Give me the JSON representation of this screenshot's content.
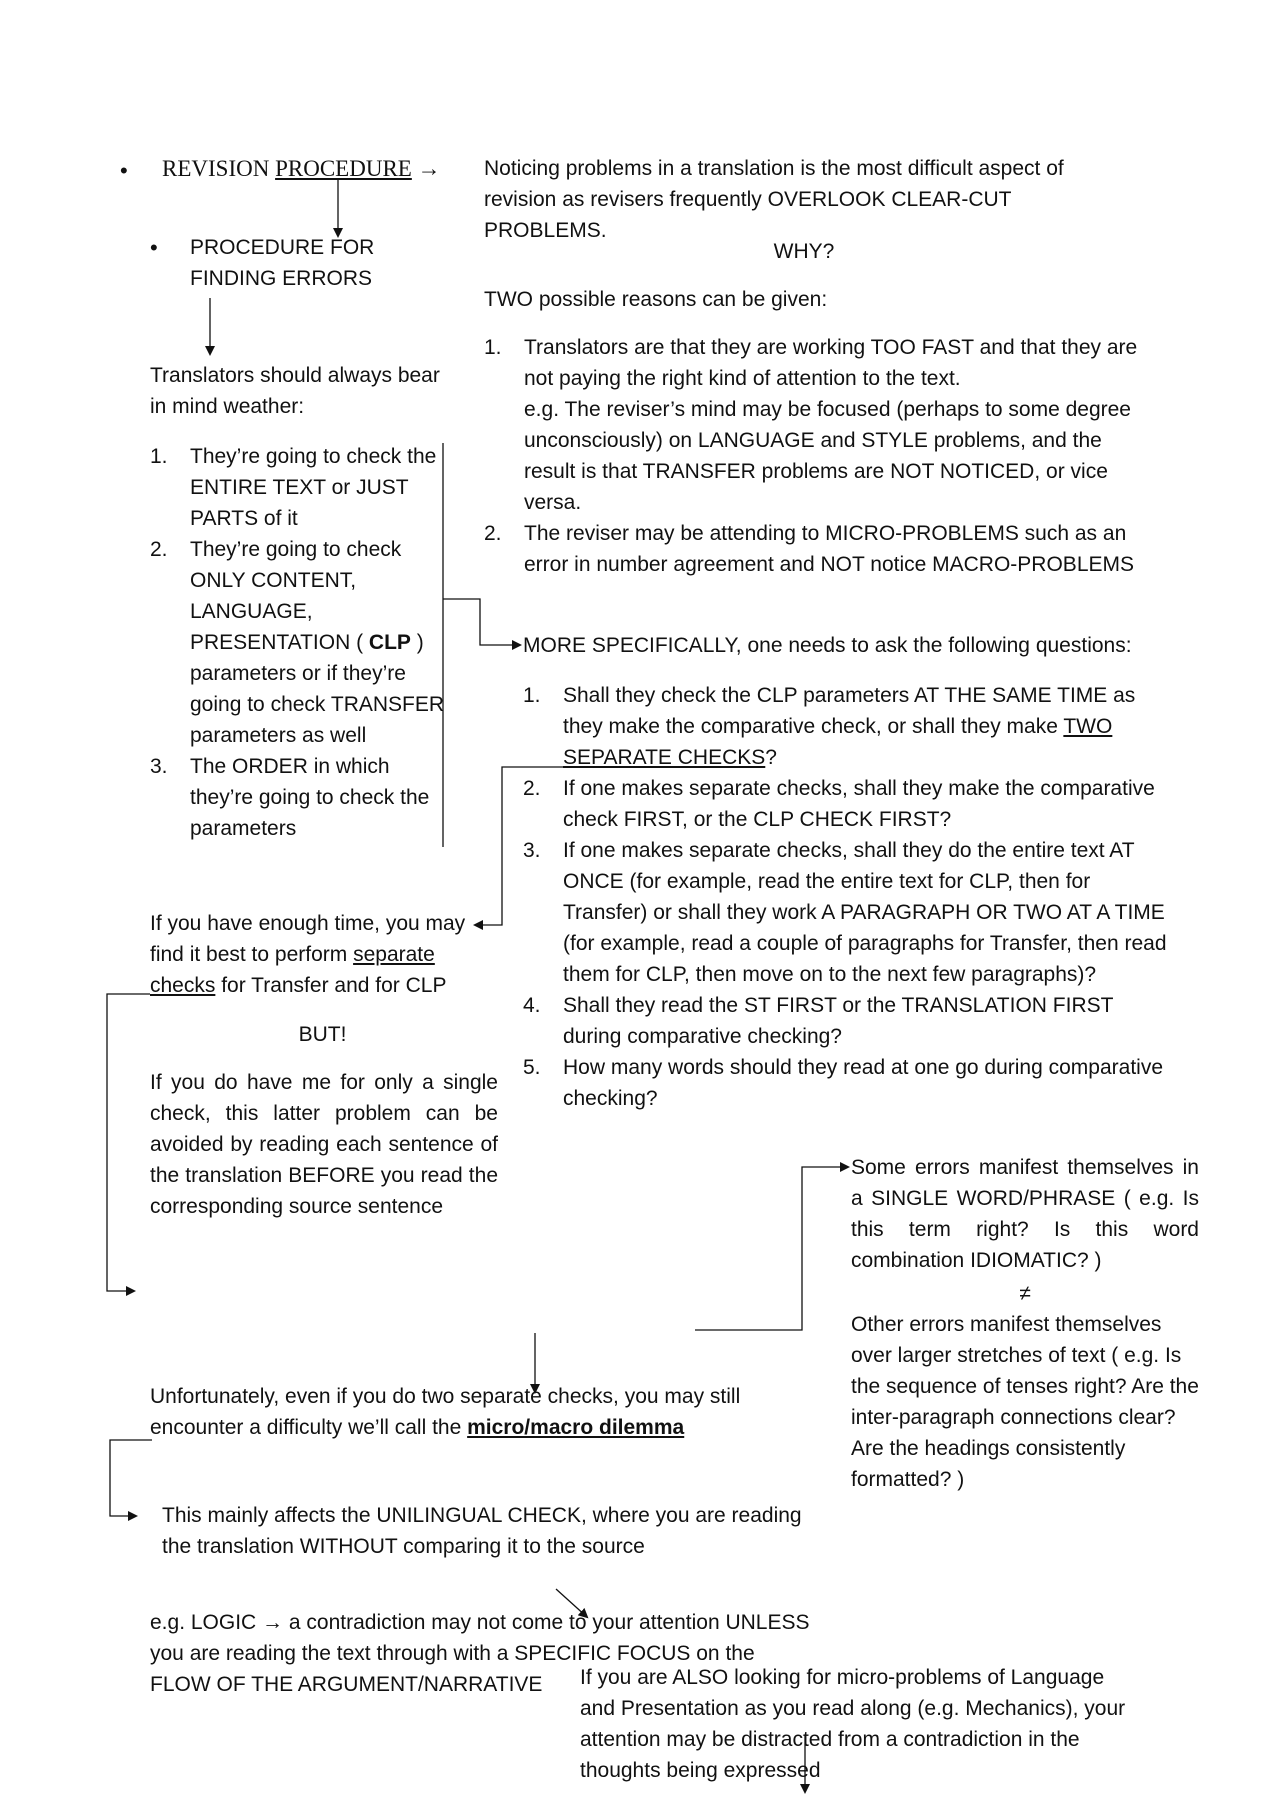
{
  "header": {
    "bullet": "•",
    "title_pre": "REVISION",
    "title_main": "PROCEDURE",
    "arrow": "→",
    "intro": "Noticing problems in a translation is the most difficult aspect of revision as revisers frequently OVERLOOK CLEAR-CUT PROBLEMS."
  },
  "left": {
    "sub_bullet": "•",
    "procedure": "PROCEDURE FOR FINDING ERRORS",
    "bear_in_mind": "Translators should always bear in mind weather:",
    "items": [
      {
        "num": "1.",
        "text": "They’re going to check the ENTIRE TEXT or JUST PARTS of it"
      },
      {
        "num": "2.",
        "text_a": "They’re going to check ONLY CONTENT, LANGUAGE, PRESENTATION ( ",
        "clp": "CLP",
        "text_b": " ) parameters or if they’re going to check TRANSFER parameters as well"
      },
      {
        "num": "3.",
        "text": "The ORDER in which they’re going to check the parameters"
      }
    ],
    "time_a": "If you have enough time, you may find it best to perform ",
    "time_u": "separate checks",
    "time_b": " for Transfer and for CLP",
    "but": "BUT!",
    "single_check": "If you do have me for only a single check, this latter problem can be avoided by reading each sentence of the translation BEFORE you read the corresponding source sentence"
  },
  "right": {
    "why": "WHY?",
    "two_reasons": "TWO possible reasons can be given:",
    "reasons": [
      {
        "num": "1.",
        "text": "Translators are that they are working TOO FAST and that they are not paying the right kind of attention to the text.",
        "example": "e.g. The reviser’s mind may be focused (perhaps to some degree unconsciously) on LANGUAGE and STYLE problems, and the result is that TRANSFER problems are NOT NOTICED, or vice versa."
      },
      {
        "num": "2.",
        "text": "The reviser may be attending to MICRO-PROBLEMS such as an error in number agreement and NOT notice MACRO-PROBLEMS"
      }
    ],
    "more_specifically": "MORE SPECIFICALLY, one needs to ask the following questions:",
    "questions": [
      {
        "num": "1.",
        "text_a": "Shall they check the CLP parameters AT THE SAME TIME as they make the comparative check, or shall they make ",
        "text_u": "TWO SEPARATE CHECKS",
        "text_b": "?"
      },
      {
        "num": "2.",
        "text": "If one makes separate checks, shall they make the comparative check FIRST, or the CLP CHECK FIRST?"
      },
      {
        "num": "3.",
        "text": "If one makes separate checks, shall they do the entire text AT ONCE (for example, read the entire text for CLP, then for Transfer) or shall they work A PARAGRAPH OR TWO AT A TIME (for example, read a couple of paragraphs for Transfer, then read them for CLP, then move on to the next few paragraphs)?"
      },
      {
        "num": "4.",
        "text": "Shall they read the ST FIRST or the TRANSLATION FIRST during comparative checking?"
      },
      {
        "num": "5.",
        "text": "How many words should they read at one go during comparative checking?"
      }
    ],
    "single_word": "Some errors manifest themselves in a SINGLE WORD/PHRASE ( e.g. Is this term right? Is this word combination IDIOMATIC? )",
    "neq": "≠",
    "larger": "Other errors manifest themselves over larger stretches of text ( e.g. Is the sequence of tenses right? Are the inter-paragraph connections clear? Are the headings consistently formatted? )"
  },
  "bottom": {
    "dilemma_a": "Unfortunately, even if you do two separate checks, you may still encounter a difficulty we’ll call the ",
    "dilemma_b": "micro/macro dilemma",
    "unilingual": "This mainly affects the UNILINGUAL CHECK, where you are reading the translation WITHOUT comparing it to the source",
    "logic_a": "e.g. LOGIC ",
    "logic_arrow": "→",
    "logic_b": " a contradiction may not come to your attention UNLESS you are reading the text through with a SPECIFIC FOCUS on the FLOW OF THE ARGUMENT/NARRATIVE",
    "micro_problems": "If you are ALSO looking for micro-problems of Language and Presentation as you read along (e.g. Mechanics), your attention may be distracted from a contradiction in the thoughts being expressed"
  }
}
